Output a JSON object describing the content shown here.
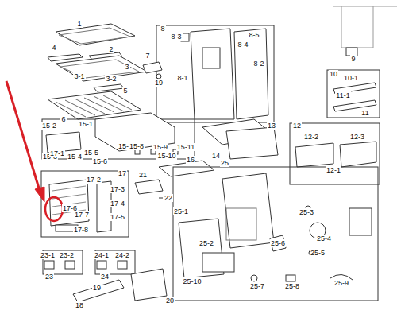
{
  "diagram": {
    "labels": [
      "1",
      "4",
      "2",
      "3",
      "3-1",
      "3-2",
      "5",
      "6",
      "8",
      "8-3",
      "8-4",
      "8-5",
      "7",
      "8-1",
      "8-2",
      "19",
      "9",
      "10",
      "10-1",
      "11-1",
      "11",
      "15-2",
      "15-1",
      "13",
      "12",
      "12-2",
      "12-3",
      "15-3",
      "15-4",
      "15-5",
      "15-6",
      "15-7",
      "15-8",
      "15-9",
      "15-10",
      "15-11",
      "14",
      "16",
      "12-1",
      "25",
      "17",
      "17-1",
      "21",
      "17-2",
      "17-3",
      "22",
      "17-4",
      "17-6",
      "17-5",
      "17-7",
      "25-1",
      "17-8",
      "25-3",
      "25-4",
      "25-2",
      "25-6",
      "25-5",
      "23-1",
      "23-2",
      "24-1",
      "24-2",
      "23",
      "24",
      "18",
      "19",
      "20",
      "25-10",
      "25-7",
      "25-8",
      "25-9"
    ]
  }
}
